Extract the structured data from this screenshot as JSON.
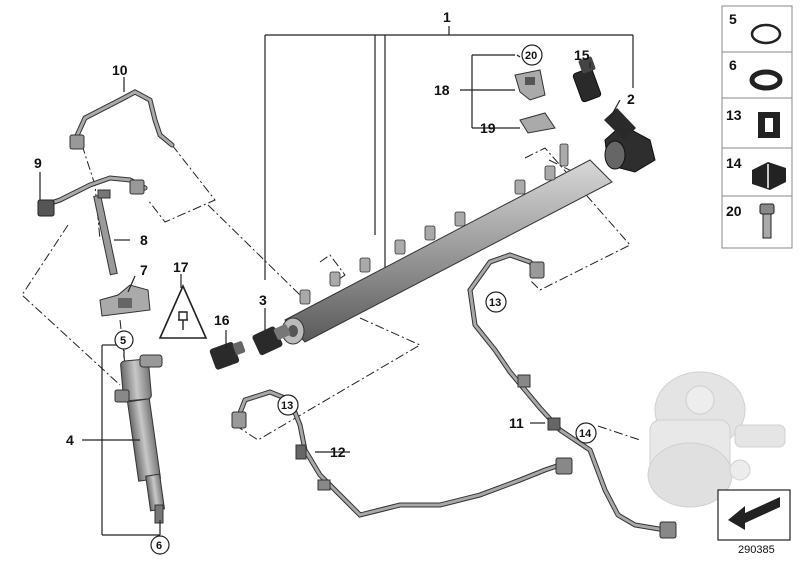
{
  "callouts": {
    "c1": "1",
    "c2": "2",
    "c3": "3",
    "c4": "4",
    "c5": "5",
    "c6": "6",
    "c7": "7",
    "c8": "8",
    "c9": "9",
    "c10": "10",
    "c11": "11",
    "c12": "12",
    "c13a": "13",
    "c13b": "13",
    "c14": "14",
    "c15": "15",
    "c16": "16",
    "c17": "17",
    "c18": "18",
    "c19": "19",
    "c20": "20"
  },
  "legend": [
    {
      "number": "5",
      "icon": "o-ring-thin"
    },
    {
      "number": "6",
      "icon": "o-ring-thick"
    },
    {
      "number": "13",
      "icon": "rubber-grommet"
    },
    {
      "number": "14",
      "icon": "damper-block"
    },
    {
      "number": "20",
      "icon": "hex-bolt"
    }
  ],
  "footer": {
    "diagram_number": "290385",
    "nav_icon": "arrow-back-icon"
  },
  "colors": {
    "line": "#222222",
    "part_fill": "#9a9a9a",
    "part_dark": "#333333",
    "pump_ghost": "#d4d4d4"
  }
}
